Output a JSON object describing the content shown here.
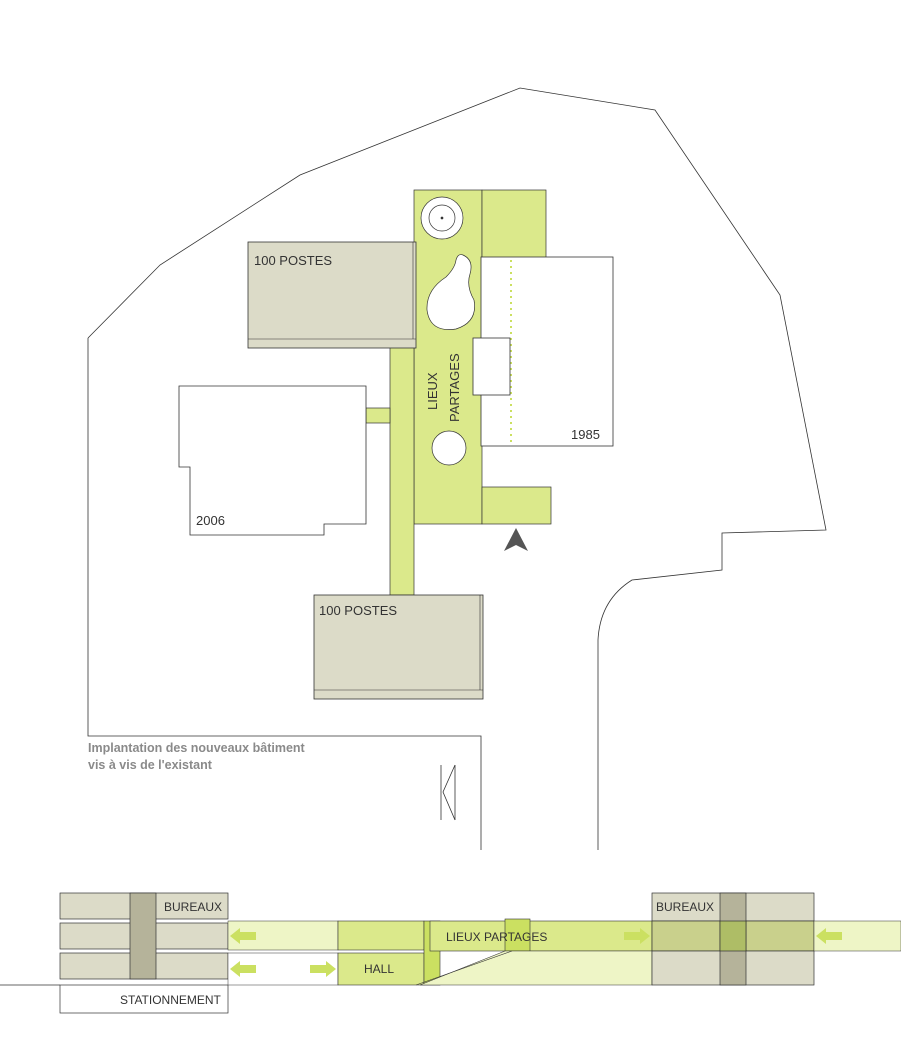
{
  "plan": {
    "labels": {
      "postes_top": "100 POSTES",
      "postes_bottom": "100 POSTES",
      "lieux": "LIEUX",
      "partages": "PARTAGES",
      "year_1985": "1985",
      "year_2006": "2006"
    },
    "caption": {
      "line1": "Implantation des nouveaux bâtiment",
      "line2": "vis à vis de l'existant"
    }
  },
  "section": {
    "labels": {
      "bureaux_left": "BUREAUX",
      "bureaux_right": "BUREAUX",
      "lieux_partages": "LIEUX PARTAGES",
      "hall": "HALL",
      "stationnement": "STATIONNEMENT"
    }
  },
  "colors": {
    "lime": "#dbe98b",
    "lime_light": "#eef5c6",
    "lime_strong": "#cbe061",
    "building_grey": "#dcdbc8",
    "building_dark": "#b5b39a",
    "line": "#333333",
    "caption_grey": "#8a8a8a"
  }
}
